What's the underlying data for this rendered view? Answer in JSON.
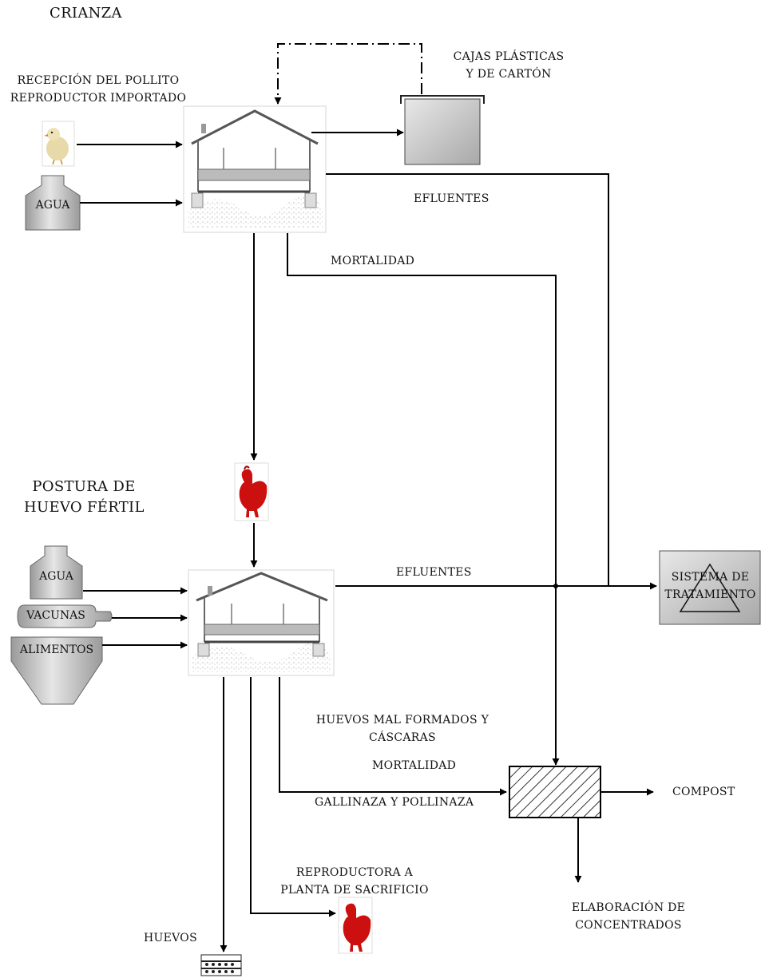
{
  "titles": {
    "crianza": "CRIANZA",
    "postura_line1": "POSTURA DE",
    "postura_line2": "HUEVO FÉRTIL"
  },
  "inputs": {
    "pollito_line1": "RECEPCIÓN DEL POLLITO",
    "pollito_line2": "REPRODUCTOR IMPORTADO",
    "agua_top": "AGUA",
    "agua_bottom": "AGUA",
    "vacunas": "VACUNAS",
    "alimentos": "ALIMENTOS"
  },
  "flows": {
    "cajas_line1": "CAJAS PLÁSTICAS",
    "cajas_line2": "Y DE CARTÓN",
    "efluentes_top": "EFLUENTES",
    "mortalidad_top": "MORTALIDAD",
    "efluentes_bottom": "EFLUENTES",
    "huevos_mal_line1": "HUEVOS MAL FORMADOS Y",
    "huevos_mal_line2": "CÁSCARAS",
    "mortalidad_bottom": "MORTALIDAD",
    "gallinaza": "GALLINAZA Y POLLINAZA",
    "reproductora_line1": "REPRODUCTORA A",
    "reproductora_line2": "PLANTA DE SACRIFICIO",
    "huevos": "HUEVOS"
  },
  "outputs": {
    "sistema_line1": "SISTEMA DE",
    "sistema_line2": "TRATAMIENTO",
    "compost": "COMPOST",
    "elaboracion_line1": "ELABORACIÓN DE",
    "elaboracion_line2": "CONCENTRADOS"
  },
  "colors": {
    "hen": "#cc1010",
    "chick": "#e8d9a8",
    "tank_fill": "#cfcfcf",
    "line": "#000000"
  }
}
